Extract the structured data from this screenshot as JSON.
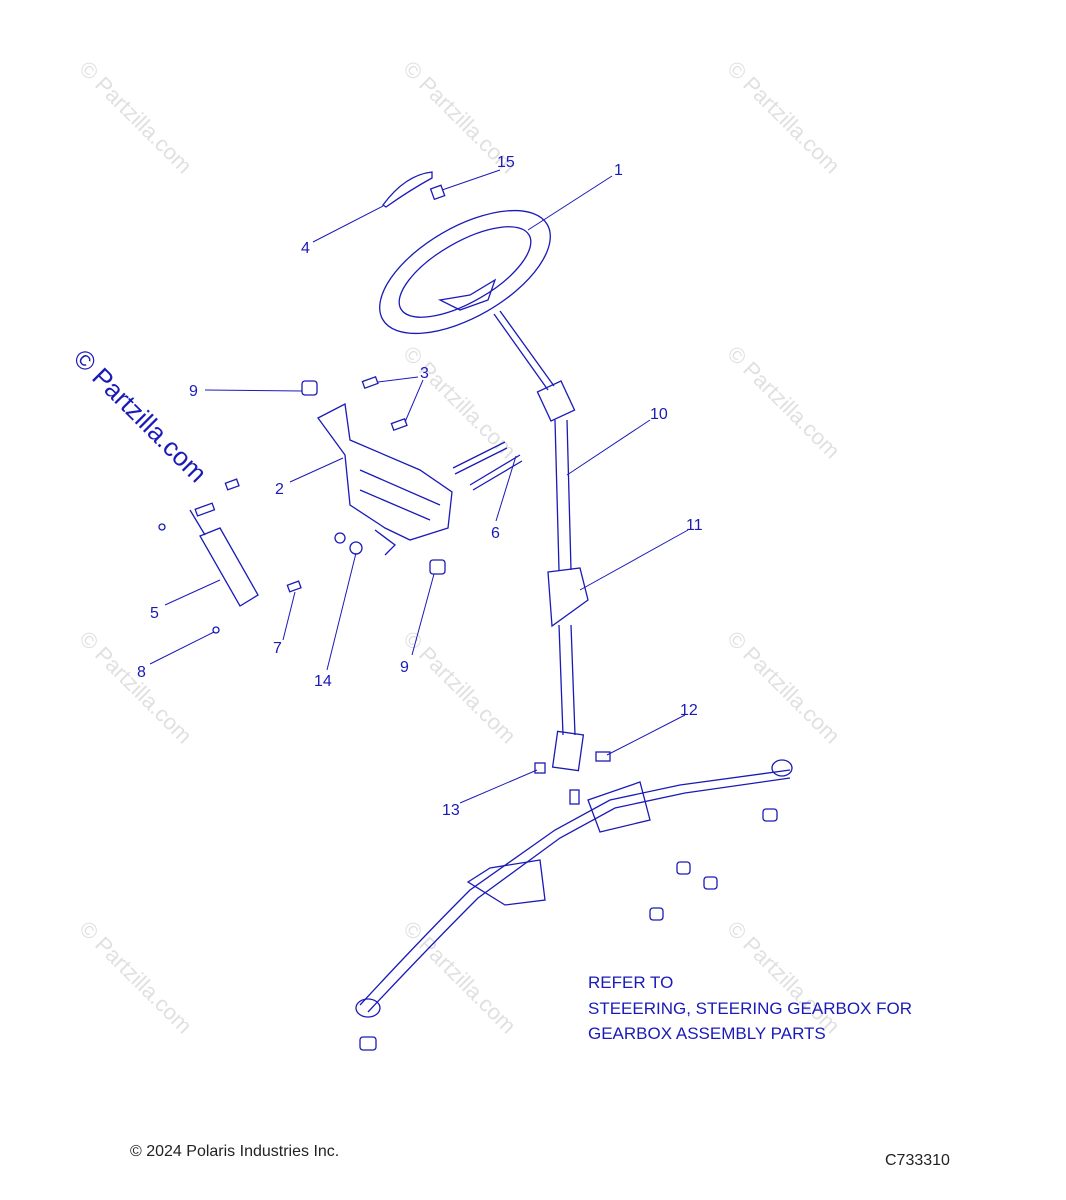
{
  "watermark": "© Partzilla.com",
  "callouts": {
    "c1": "1",
    "c2": "2",
    "c3": "3",
    "c4": "4",
    "c5": "5",
    "c6": "6",
    "c7": "7",
    "c8": "8",
    "c9a": "9",
    "c9b": "9",
    "c10": "10",
    "c11": "11",
    "c12": "12",
    "c13": "13",
    "c14": "14",
    "c15": "15"
  },
  "note": {
    "line1": "REFER TO",
    "line2": "STEEERING, STEERING GEARBOX FOR",
    "line3": "GEARBOX ASSEMBLY PARTS"
  },
  "footer": {
    "copyright": "© 2024 Polaris Industries Inc.",
    "diagram_code": "C733310"
  },
  "colors": {
    "callout": "#1a1ab8",
    "part_stroke": "#1a1ab8",
    "watermark": "#c8c8c8"
  }
}
